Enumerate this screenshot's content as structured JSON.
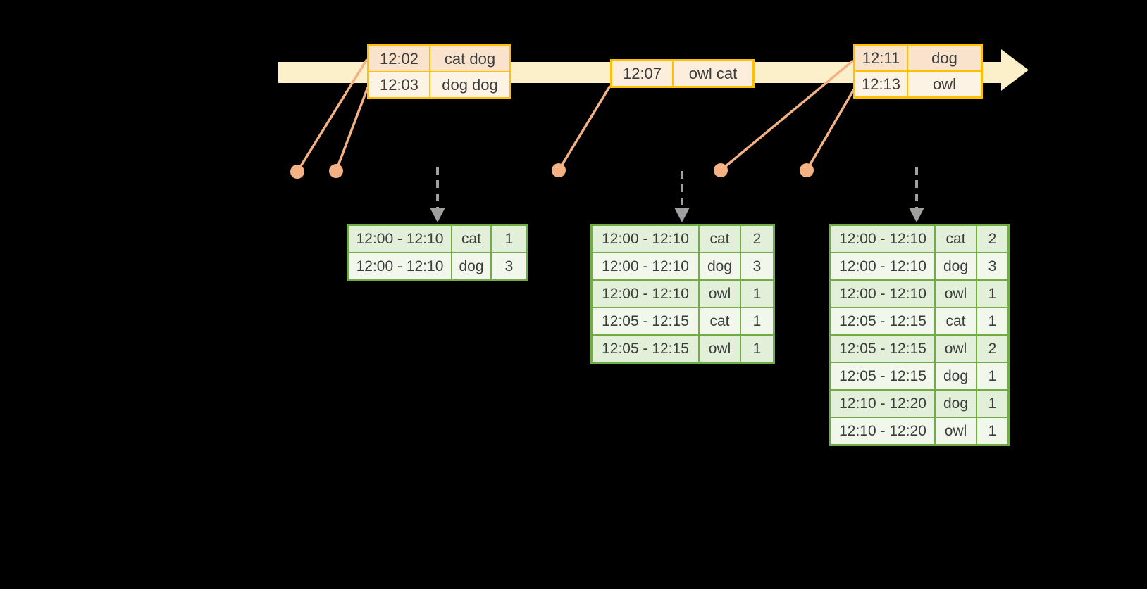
{
  "colors": {
    "band": "#FBF0C9",
    "gold": "#FFC000",
    "peach_dark": "#FAE3CC",
    "peach_light": "#FDF3E5",
    "peach_mid": "#FCEDDC",
    "salmon": "#F4B183",
    "green_border": "#70AD47",
    "green_row_dark": "#E2EFD9",
    "green_row_light": "#F2F7EC",
    "arrow_gray": "#A0A0A0",
    "text": "#3C3C3C"
  },
  "icons": {
    "timeline_arrowhead": "right-arrowhead",
    "trigger_arrow": "dashed-down-arrow",
    "event_marker": "dot"
  },
  "event_tables": {
    "t1": {
      "rows": [
        {
          "time": "12:02",
          "words": "cat dog"
        },
        {
          "time": "12:03",
          "words": "dog dog"
        }
      ]
    },
    "t2": {
      "rows": [
        {
          "time": "12:07",
          "words": "owl cat"
        }
      ]
    },
    "t3": {
      "rows": [
        {
          "time": "12:11",
          "words": "dog"
        },
        {
          "time": "12:13",
          "words": "owl"
        }
      ]
    }
  },
  "result_tables": {
    "t1": {
      "rows": [
        {
          "window": "12:00 - 12:10",
          "word": "cat",
          "count": "1"
        },
        {
          "window": "12:00 - 12:10",
          "word": "dog",
          "count": "3"
        }
      ]
    },
    "t2": {
      "rows": [
        {
          "window": "12:00 - 12:10",
          "word": "cat",
          "count": "2"
        },
        {
          "window": "12:00 - 12:10",
          "word": "dog",
          "count": "3"
        },
        {
          "window": "12:00 - 12:10",
          "word": "owl",
          "count": "1"
        },
        {
          "window": "12:05 - 12:15",
          "word": "cat",
          "count": "1"
        },
        {
          "window": "12:05 - 12:15",
          "word": "owl",
          "count": "1"
        }
      ]
    },
    "t3": {
      "rows": [
        {
          "window": "12:00 - 12:10",
          "word": "cat",
          "count": "2"
        },
        {
          "window": "12:00 - 12:10",
          "word": "dog",
          "count": "3"
        },
        {
          "window": "12:00 - 12:10",
          "word": "owl",
          "count": "1"
        },
        {
          "window": "12:05 - 12:15",
          "word": "cat",
          "count": "1"
        },
        {
          "window": "12:05 - 12:15",
          "word": "owl",
          "count": "2"
        },
        {
          "window": "12:05 - 12:15",
          "word": "dog",
          "count": "1"
        },
        {
          "window": "12:10 - 12:20",
          "word": "dog",
          "count": "1"
        },
        {
          "window": "12:10 - 12:20",
          "word": "owl",
          "count": "1"
        }
      ]
    }
  }
}
